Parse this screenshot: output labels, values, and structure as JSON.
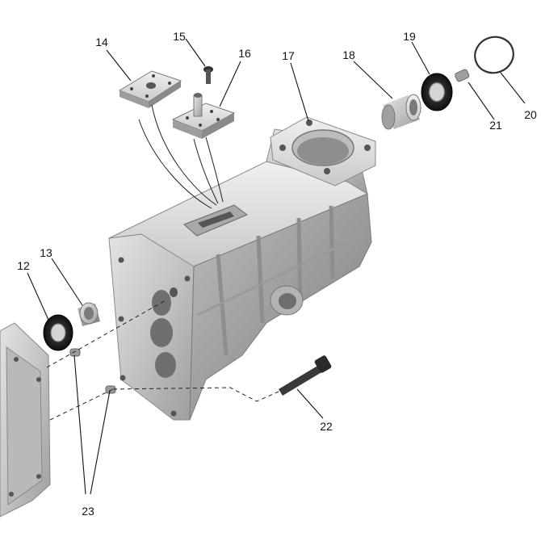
{
  "callouts": {
    "c12": "12",
    "c13": "13",
    "c14": "14",
    "c15": "15",
    "c16": "16",
    "c17": "17",
    "c18": "18",
    "c19": "19",
    "c20": "20",
    "c21": "21",
    "c22": "22",
    "c23": "23"
  }
}
